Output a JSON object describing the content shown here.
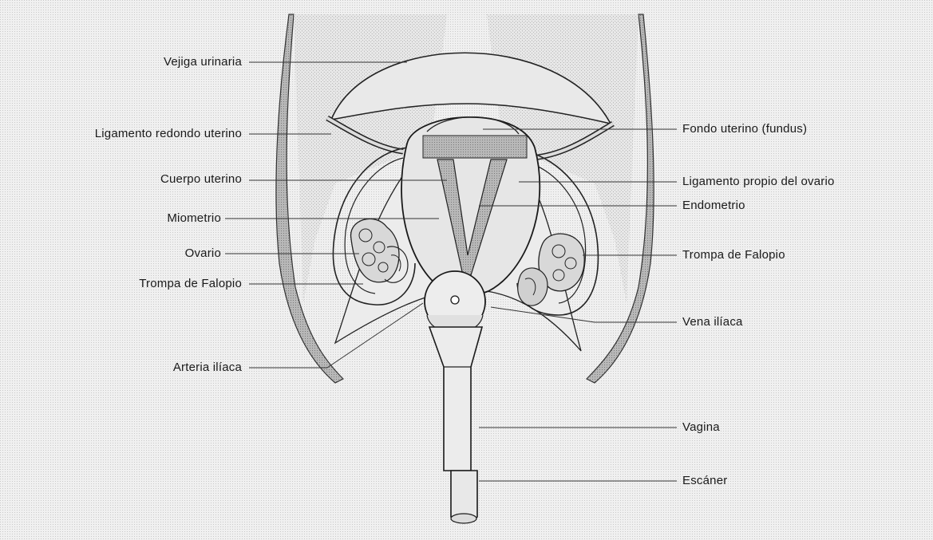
{
  "labels_left": [
    "Vejiga urinaria",
    "Ligamento redondo uterino",
    "Cuerpo uterino",
    "Miometrio",
    "Ovario",
    "Trompa de Falopio",
    "Arteria ilíaca"
  ],
  "labels_right": [
    "Fondo uterino (fundus)",
    "Ligamento propio del ovario",
    "Endometrio",
    "Trompa de Falopio",
    "Vena ilíaca",
    "Vagina",
    "Escáner"
  ],
  "colors": {
    "background": "#f0f0f0",
    "ink": "#1a1a1a",
    "shade": "#9a9a9a"
  }
}
